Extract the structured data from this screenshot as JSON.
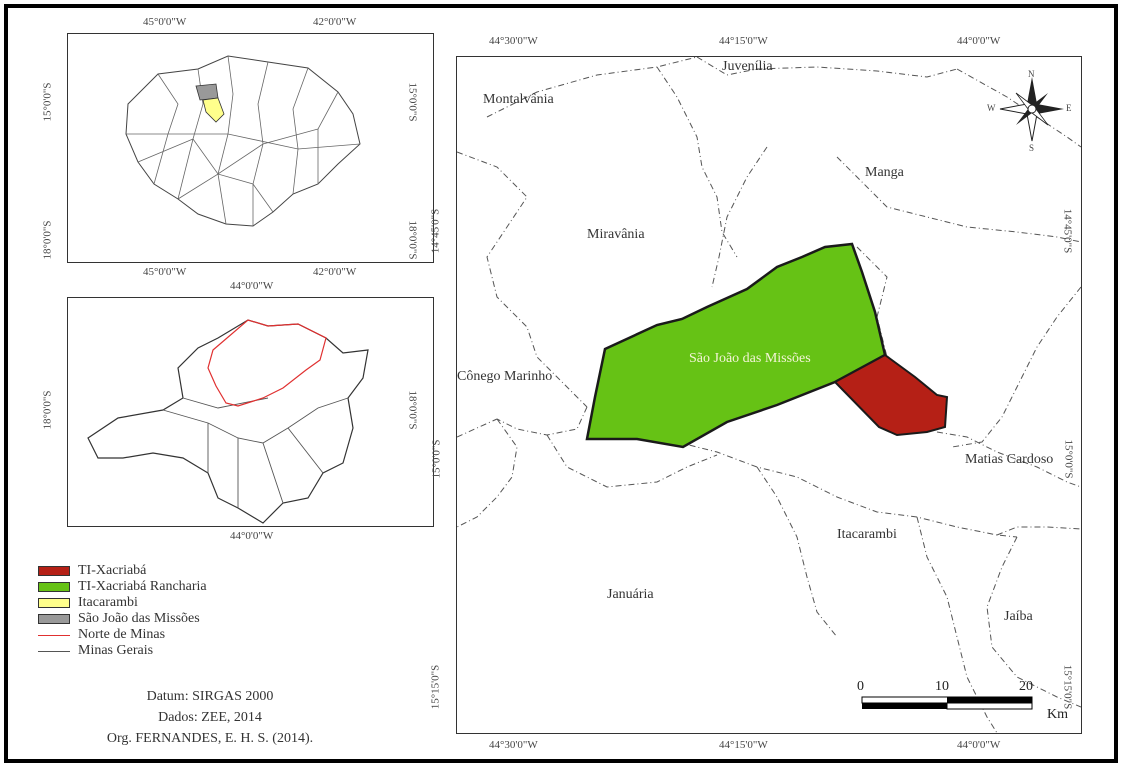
{
  "legend": {
    "items": [
      {
        "label": "TI-Xacriabá",
        "color": "#b52016",
        "kind": "fill"
      },
      {
        "label": "TI-Xacriabá Rancharia",
        "color": "#66c215",
        "kind": "fill"
      },
      {
        "label": "Itacarambi",
        "color": "#ffff8c",
        "kind": "fill"
      },
      {
        "label": "São João das Missões",
        "color": "#999999",
        "kind": "fill"
      },
      {
        "label": "Norte de Minas",
        "color": "#e03030",
        "kind": "line"
      },
      {
        "label": "Minas Gerais",
        "color": "#555555",
        "kind": "line"
      }
    ]
  },
  "credits": {
    "datum": "Datum: SIRGAS 2000",
    "dados": "Dados: ZEE, 2014",
    "org": "Org. FERNANDES, E. H. S. (2014)."
  },
  "inset_top": {
    "top_labels": [
      "45°0'0\"W",
      "42°0'0\"W"
    ],
    "bottom_labels": [
      "45°0'0\"W",
      "42°0'0\"W"
    ],
    "left_labels": [
      "15°0'0\"S",
      "18°0'0\"S"
    ],
    "right_labels": [
      "15°0'0\"S",
      "18°0'0\"S"
    ]
  },
  "inset_mid": {
    "top_label": "44°0'0\"W",
    "bottom_label": "44°0'0\"W",
    "left_label": "18°0'0\"S",
    "right_label": "18°0'0\"S"
  },
  "main_map": {
    "top_labels": [
      "44°30'0\"W",
      "44°15'0\"W",
      "44°0'0\"W"
    ],
    "bottom_labels": [
      "44°30'0\"W",
      "44°15'0\"W",
      "44°0'0\"W"
    ],
    "left_labels": [
      "14°45'0\"S",
      "15°0'0\"S",
      "15°15'0\"S"
    ],
    "right_labels": [
      "14°45'0\"S",
      "15°0'0\"S",
      "15°15'0\"S"
    ],
    "places": {
      "juvenilia": "Juvenília",
      "montalvania": "Montalvânia",
      "manga": "Manga",
      "miravania": "Miravânia",
      "sao_joao": "São João das Missões",
      "conego": "Cônego Marinho",
      "matias": "Matias Cardoso",
      "itacarambi": "Itacarambi",
      "januaria": "Januária",
      "jaiba": "Jaíba"
    },
    "compass": {
      "n": "N",
      "s": "S",
      "e": "E",
      "w": "W"
    },
    "scale": {
      "ticks": [
        "0",
        "10",
        "20"
      ],
      "unit": "Km"
    }
  }
}
